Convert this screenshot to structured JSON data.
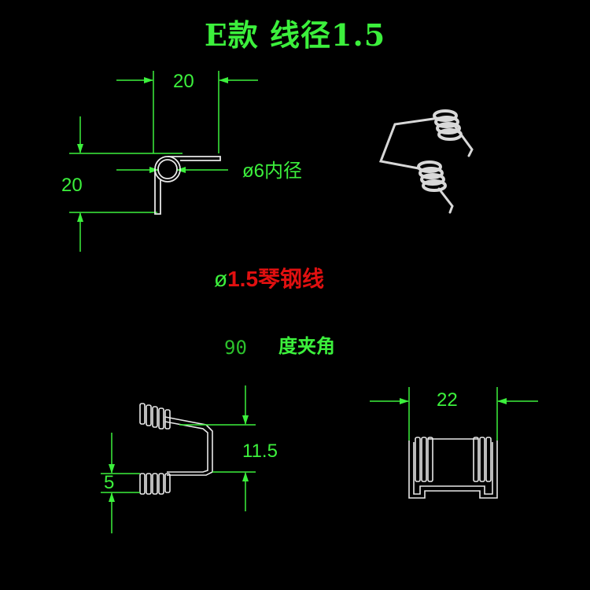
{
  "title": "E款  线径1.5",
  "top_view": {
    "width_dim": "20",
    "height_dim": "20",
    "inner_diameter": "ø6内径"
  },
  "material": {
    "symbol": "ø",
    "value": "1.5",
    "name": "琴钢线"
  },
  "angle": {
    "value": "90",
    "label": "度夹角"
  },
  "side_view": {
    "height_dim": "11.5",
    "coil_dim": "5"
  },
  "front_view": {
    "width_dim": "22"
  },
  "colors": {
    "dimension": "#3cf03c",
    "material": "#e01010",
    "wire": "#e8e8e8",
    "background": "#000000"
  }
}
